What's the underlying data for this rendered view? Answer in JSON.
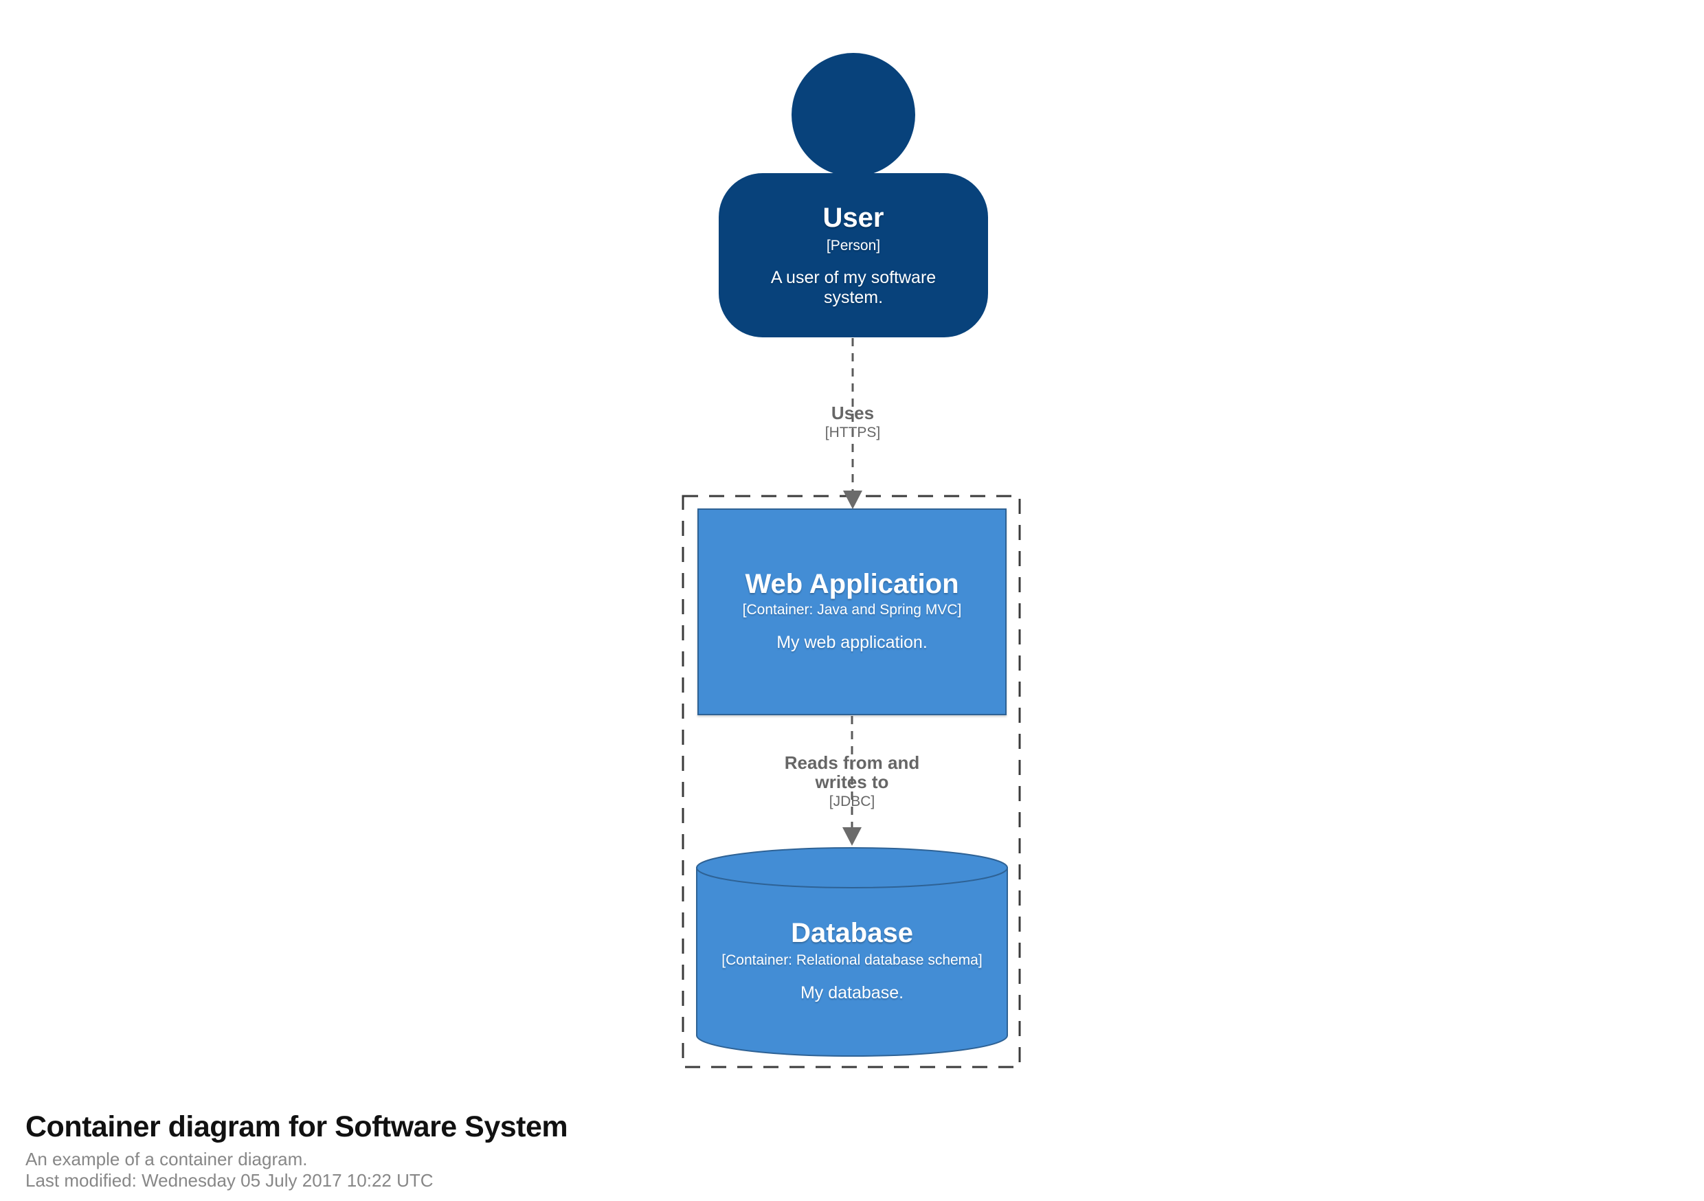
{
  "diagram": {
    "person": {
      "name": "User",
      "meta": "[Person]",
      "description": "A user of my software system."
    },
    "relationships": [
      {
        "label": "Uses",
        "technology": "[HTTPS]"
      },
      {
        "label": "Reads from and writes to",
        "technology": "[JDBC]"
      }
    ],
    "containers": [
      {
        "name": "Web Application",
        "meta": "[Container: Java and Spring MVC]",
        "description": "My web application.",
        "shape": "box"
      },
      {
        "name": "Database",
        "meta": "[Container: Relational database schema]",
        "description": "My database.",
        "shape": "cylinder"
      }
    ],
    "colors": {
      "person_bg": "#08427b",
      "container_bg": "#438dd5",
      "container_border": "#2e6295",
      "boundary": "#3a3a3a",
      "arrow": "#5a5a5a",
      "label": "#666666"
    }
  },
  "footer": {
    "title": "Container diagram for Software System",
    "subtitle": "An example of a container diagram.",
    "last_modified": "Last modified: Wednesday 05 July 2017 10:22 UTC"
  }
}
